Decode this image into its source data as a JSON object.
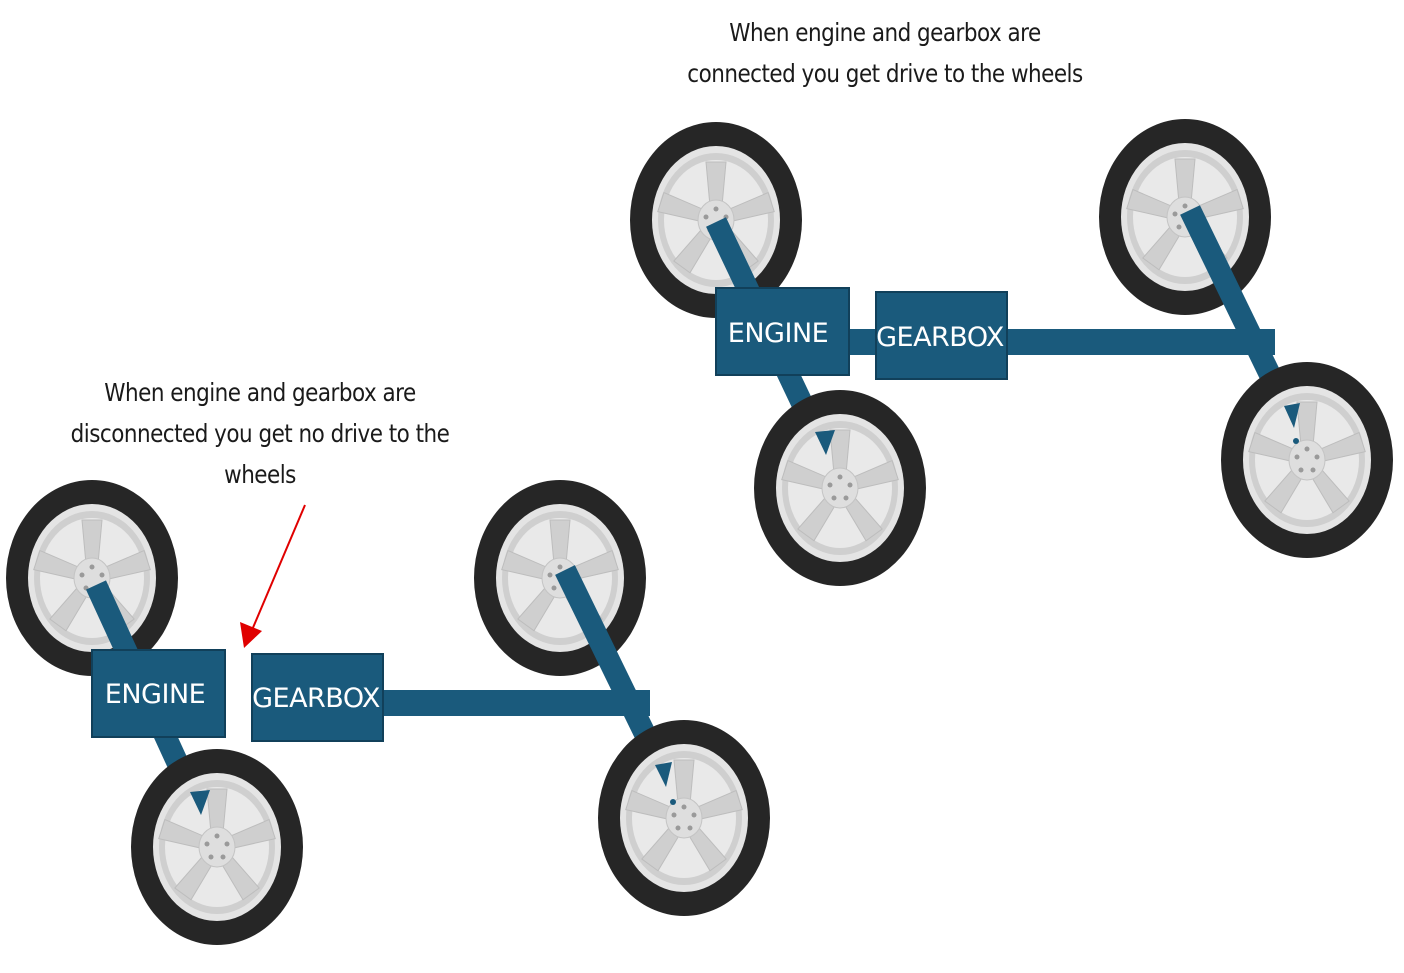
{
  "connected": {
    "caption_line1": "When engine and gearbox are",
    "caption_line2": "connected you get drive to the wheels",
    "engine_label": "ENGINE",
    "gearbox_label": "GEARBOX"
  },
  "disconnected": {
    "caption_line1": "When engine and gearbox are",
    "caption_line2": "disconnected you get no drive to the",
    "caption_line3": "wheels",
    "engine_label": "ENGINE",
    "gearbox_label": "GEARBOX"
  },
  "colors": {
    "drivetrain": "#1a5a7c",
    "tyre": "#262626",
    "rim": "#d6d6d6",
    "arrow": "#e00000"
  }
}
